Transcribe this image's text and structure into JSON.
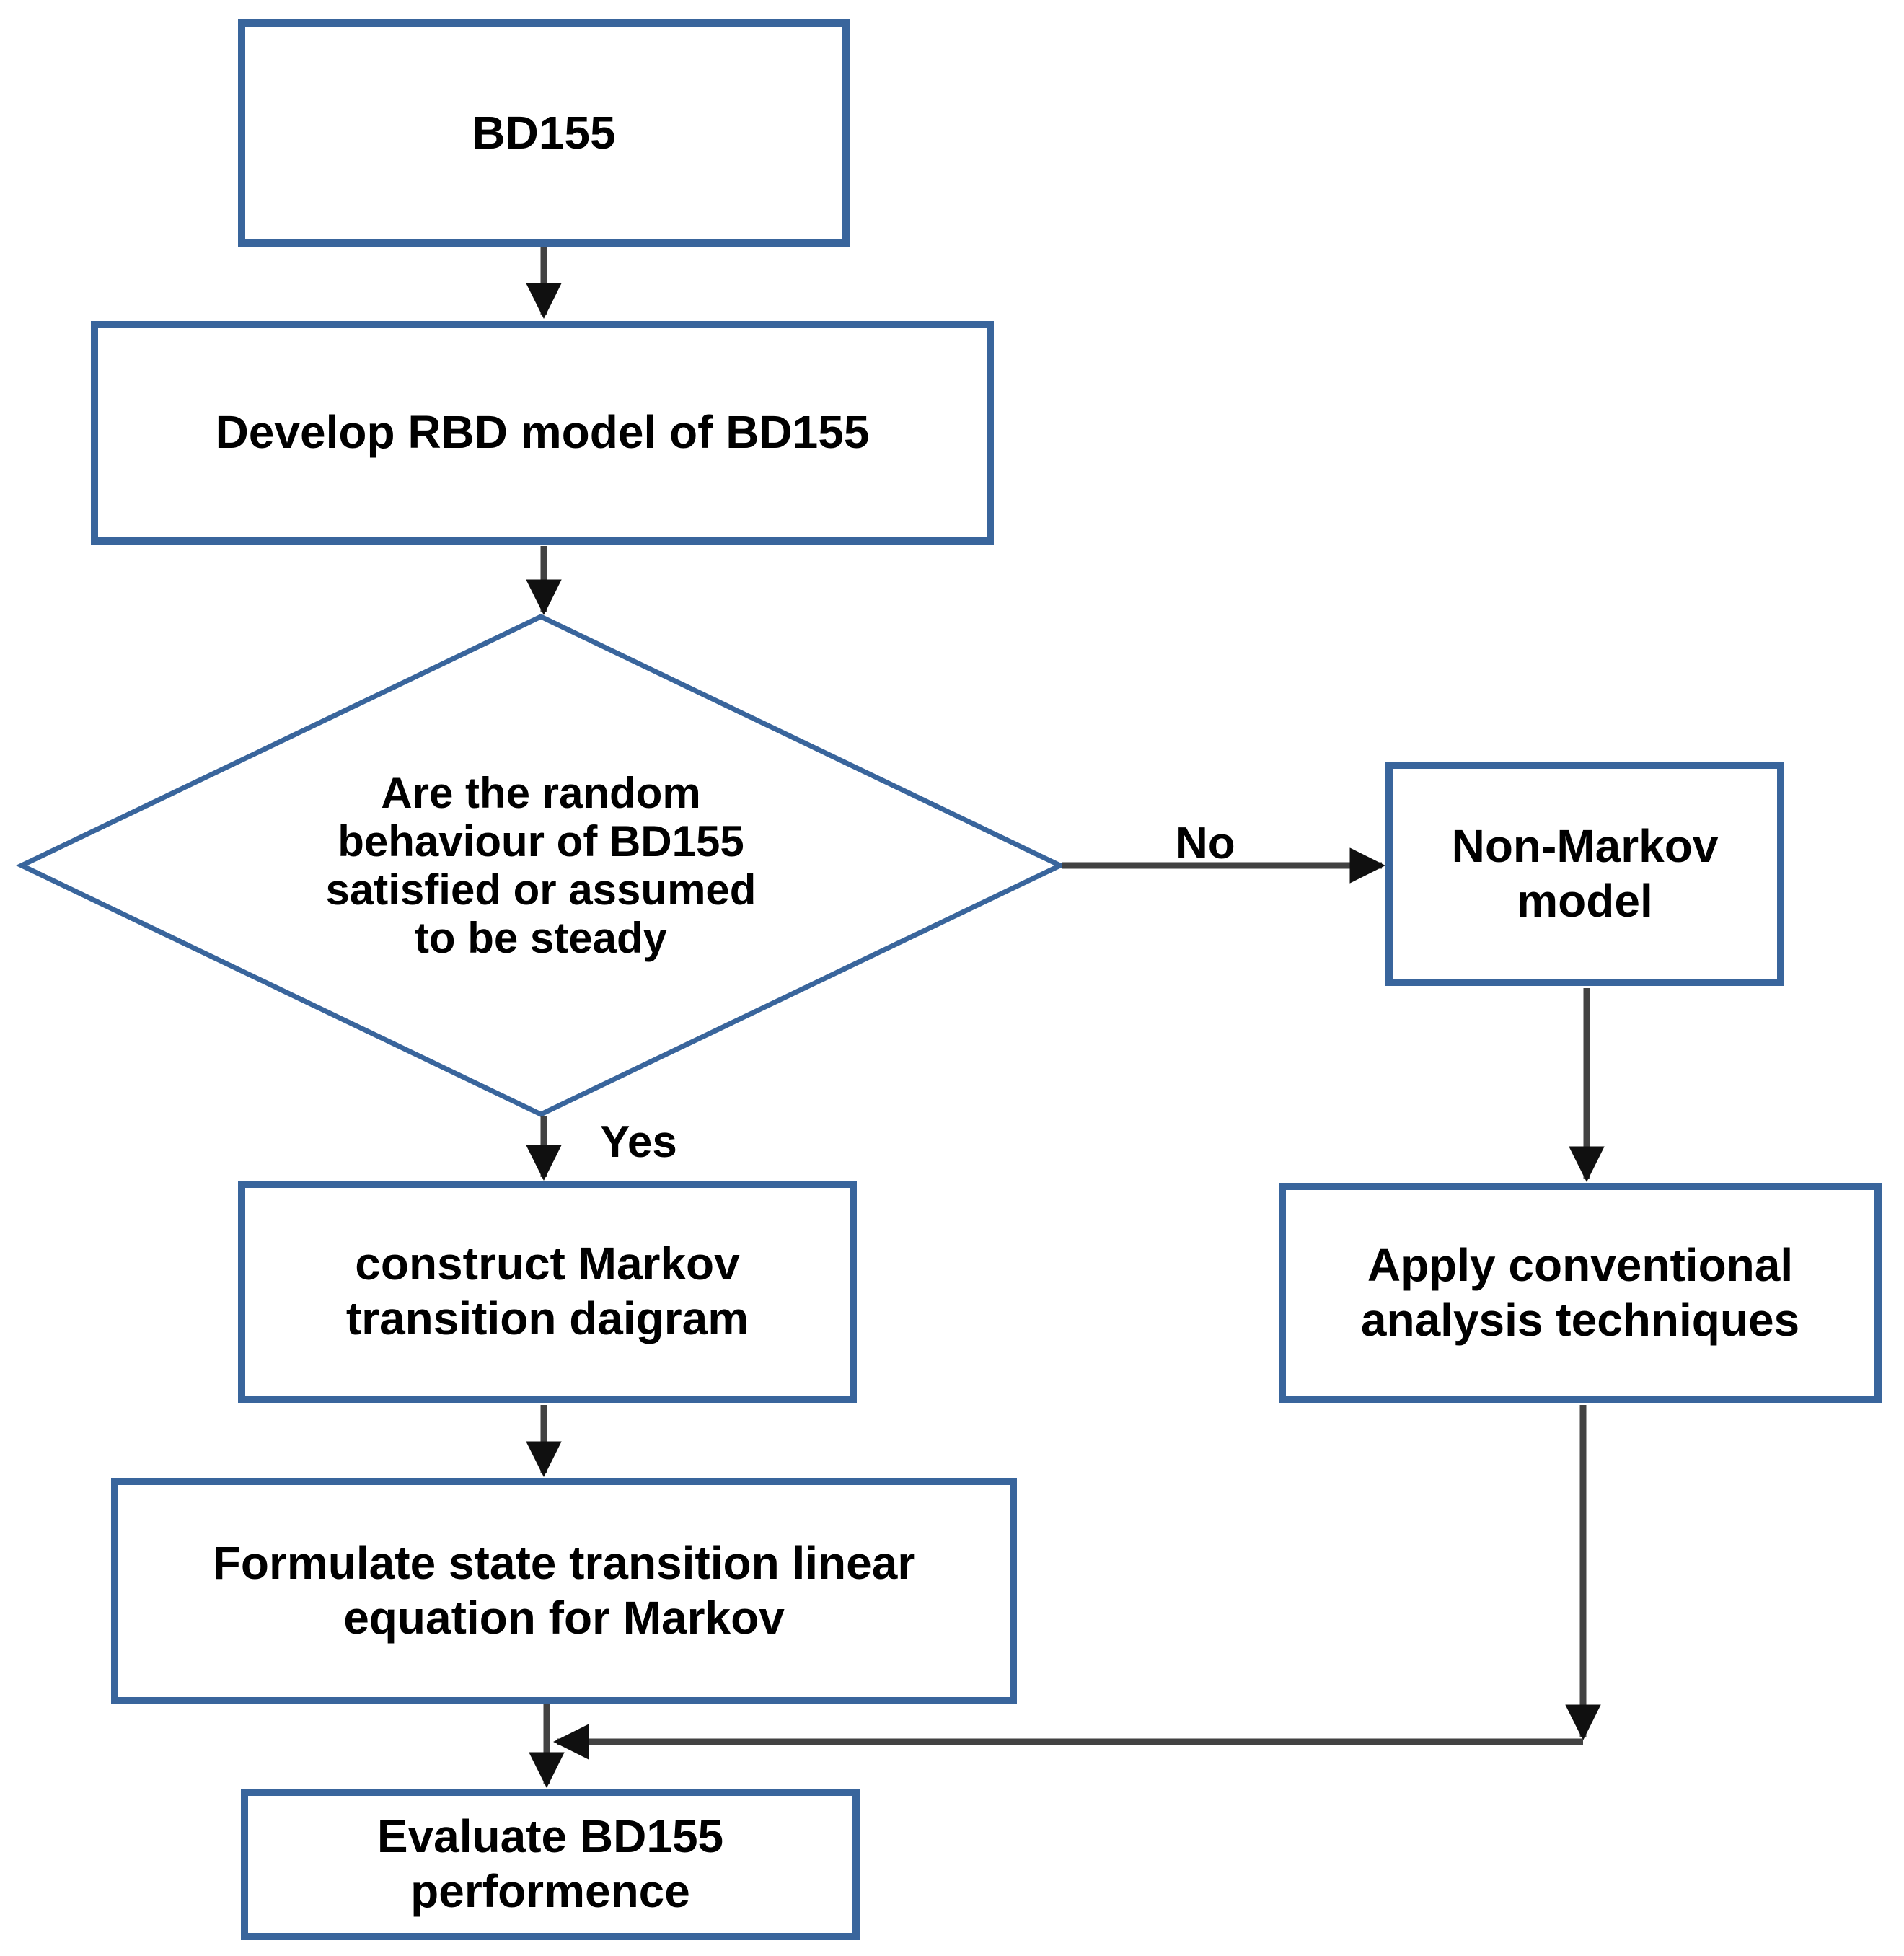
{
  "nodes": {
    "bd155": {
      "label": "BD155"
    },
    "develop": {
      "label": "Develop RBD model of BD155"
    },
    "decision": {
      "label": "Are the random\nbehaviour of BD155\nsatisfied or assumed\nto be steady"
    },
    "non_markov": {
      "label": "Non-Markov\nmodel"
    },
    "construct": {
      "label": "construct Markov\ntransition daigram"
    },
    "apply": {
      "label": "Apply conventional\nanalysis techniques"
    },
    "formulate": {
      "label": "Formulate state transition linear\nequation for Markov"
    },
    "evaluate": {
      "label": "Evaluate BD155\nperformence"
    }
  },
  "edges": {
    "yes_label": "Yes",
    "no_label": "No"
  },
  "colors": {
    "box_border": "#39659C",
    "line": "#424242",
    "arrowhead": "#101010",
    "text": "#000000",
    "background": "#FFFFFF"
  }
}
